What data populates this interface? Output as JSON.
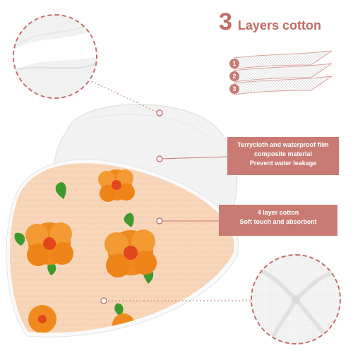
{
  "title": {
    "number": "3",
    "text": "Layers cotton"
  },
  "layers": {
    "labels": [
      "1",
      "2",
      "3"
    ]
  },
  "callouts": {
    "film": {
      "line1": "Terrycloth and waterproof film",
      "line2": "composite material",
      "line3": "Prevent water leakage"
    },
    "cotton": {
      "line1": "4 layer cotton",
      "line2": "Soft touch and absorbent"
    }
  },
  "colors": {
    "accent": "#c97b73",
    "fabric_peach": "#f8d6b9",
    "flower_orange": "#f08a1e",
    "leaf_green": "#3f9a2e"
  }
}
